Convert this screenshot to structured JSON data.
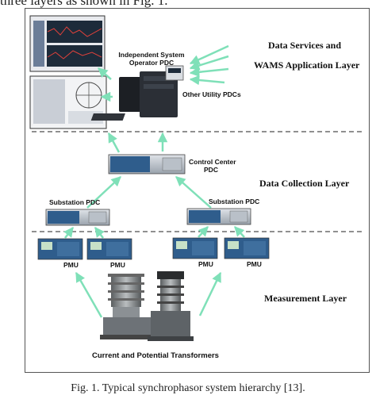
{
  "caption_top": "three layers as shown in Fig. 1.",
  "caption_bottom": "Fig. 1. Typical synchrophasor system hierarchy [13].",
  "layers": {
    "data_services_line1": "Data Services and",
    "data_services_line2": "WAMS Application Layer",
    "data_collection": "Data Collection Layer",
    "measurement": "Measurement Layer"
  },
  "labels": {
    "iso_pdc_line1": "Independent System",
    "iso_pdc_line2": "Operator PDC",
    "other_utility": "Other Utility PDCs",
    "control_center_line1": "Control Center",
    "control_center_line2": "PDC",
    "substation_pdc_left": "Substation PDC",
    "substation_pdc_right": "Substation PDC",
    "pmu": "PMU",
    "transformers": "Current and Potential Transformers"
  },
  "colors": {
    "arrow": "#7fe0b8",
    "device_blue": "#2f5d8c",
    "device_grey": "#c9cdd2"
  }
}
